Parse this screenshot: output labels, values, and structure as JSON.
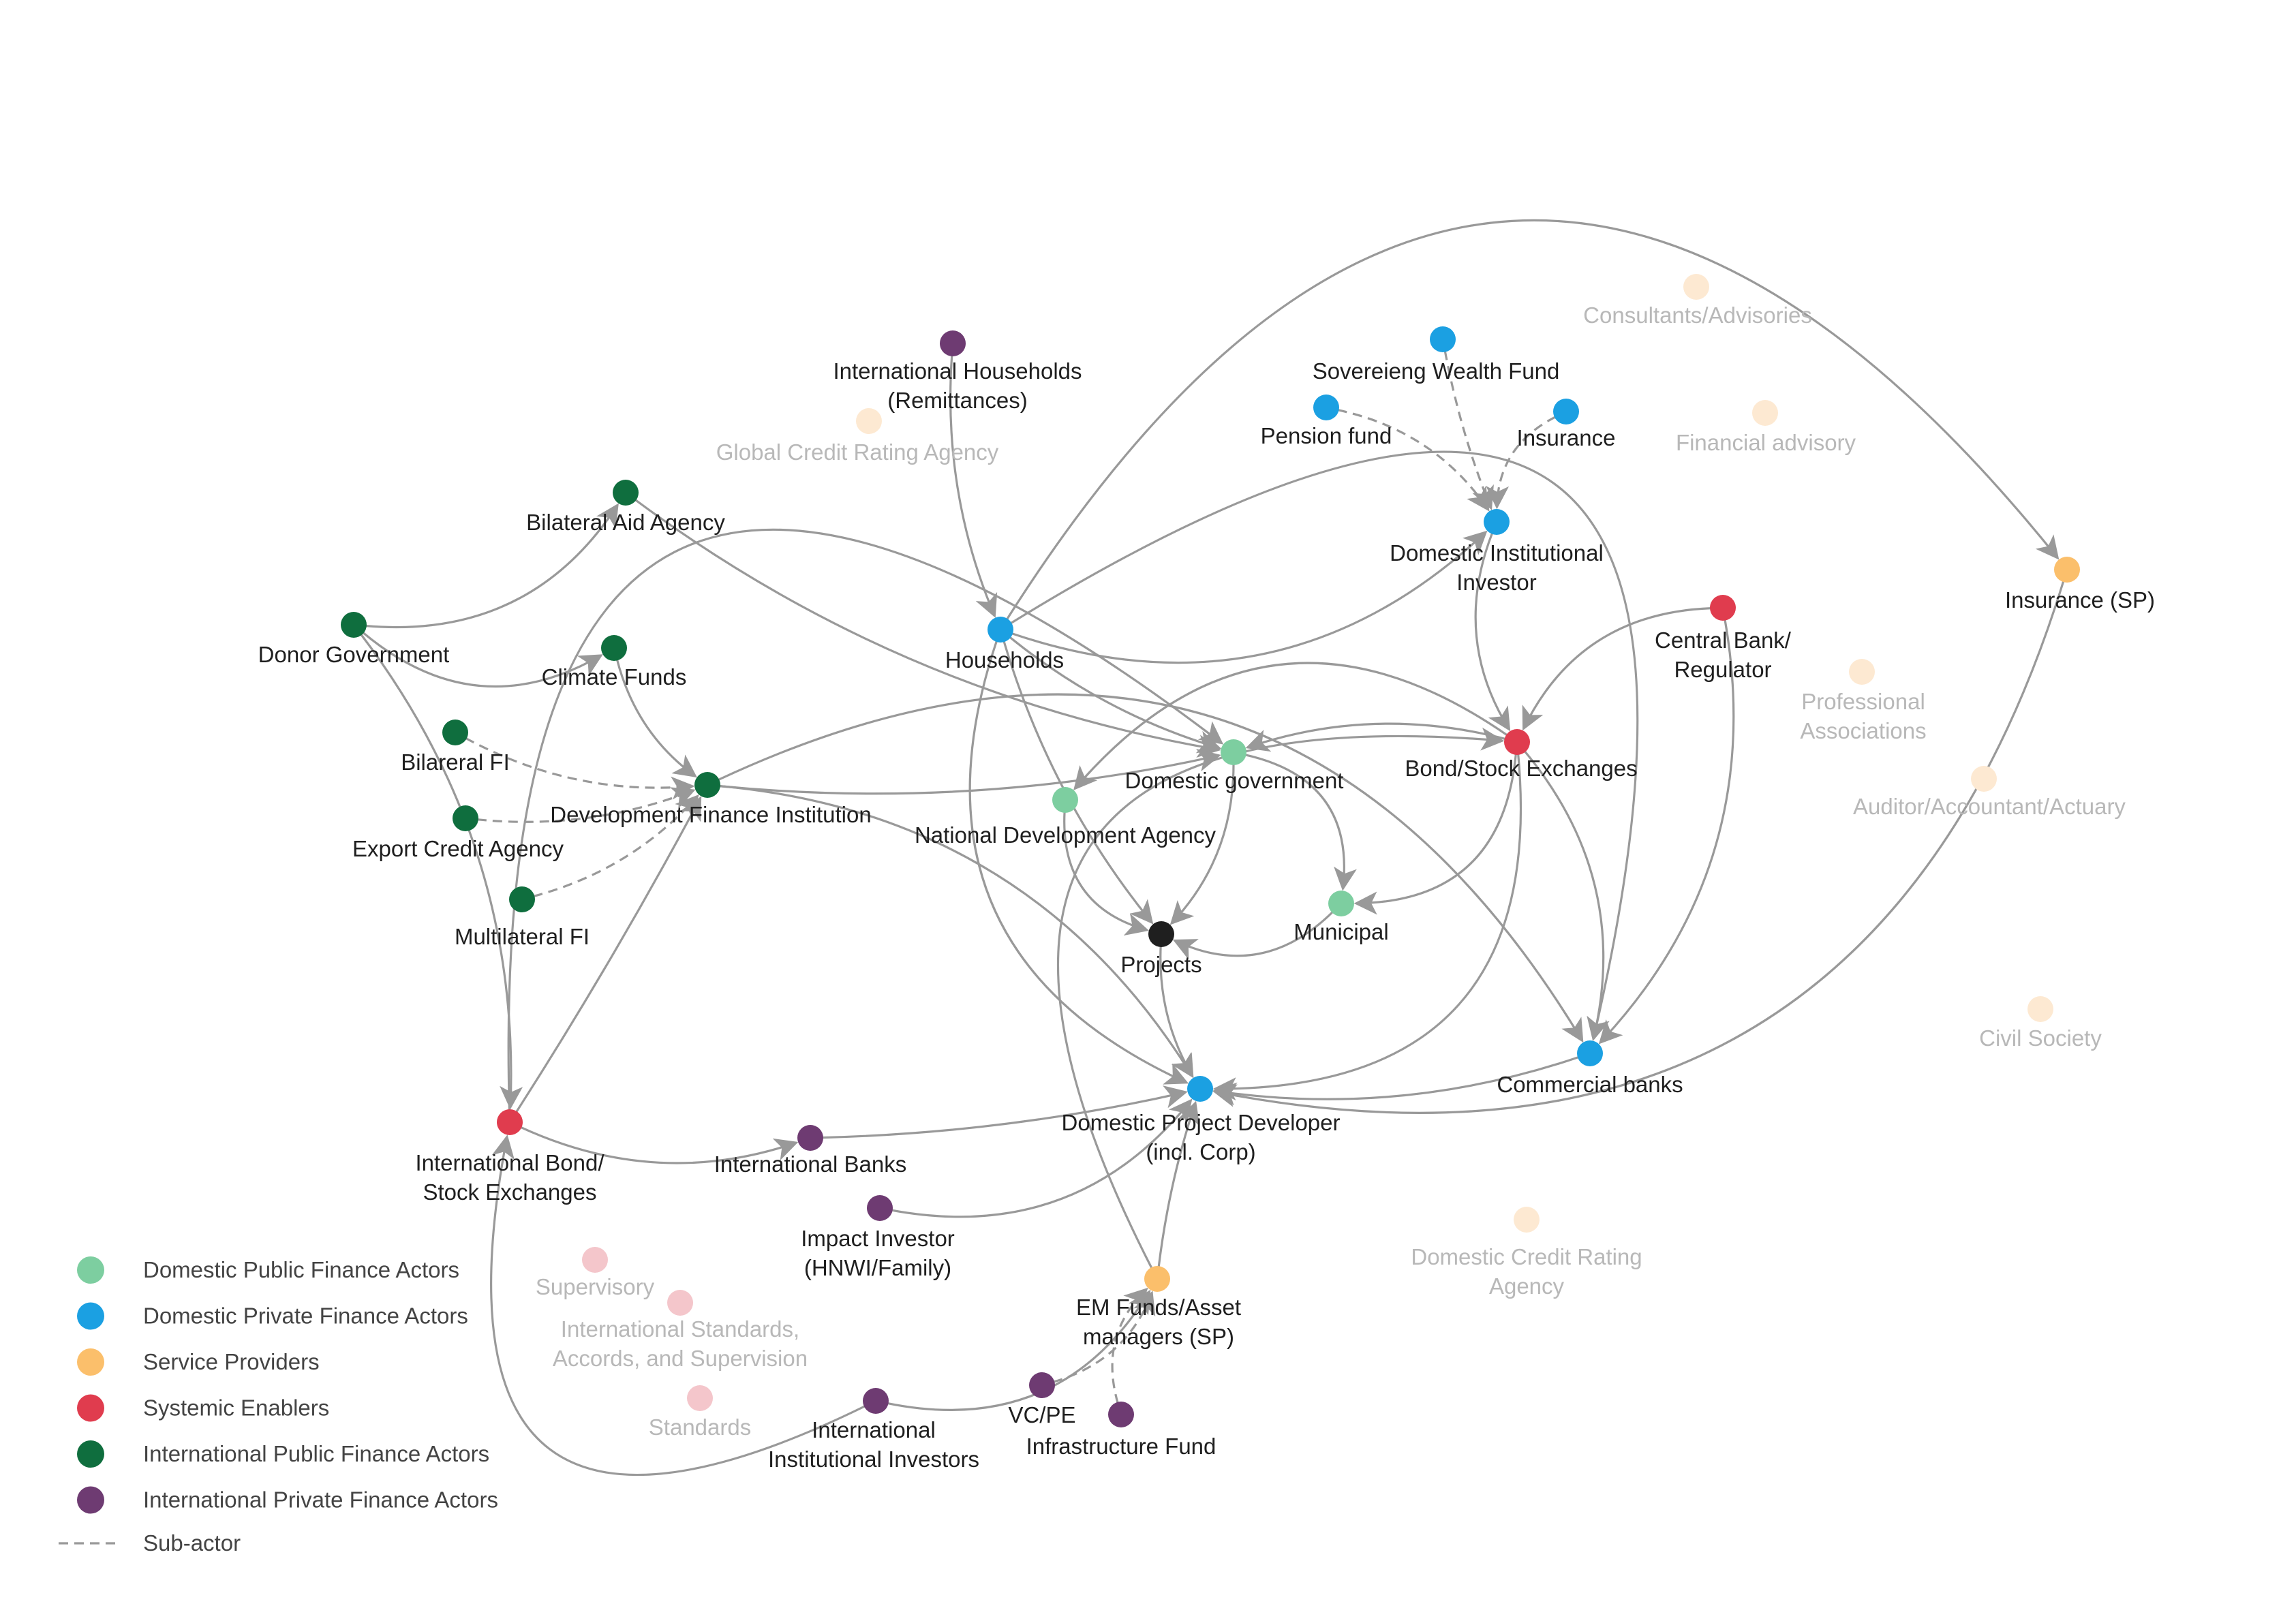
{
  "colors": {
    "domestic_public": "#7dcea0",
    "domestic_private": "#1ba0e2",
    "service": "#fbbf6b",
    "systemic": "#e03c4e",
    "intl_public": "#0f6e3e",
    "intl_private": "#6e3b72",
    "projects": "#1f1f1f",
    "faded_service": "#fde9d2",
    "faded_systemic": "#f4c6cb",
    "edge": "#999999"
  },
  "nodes": [
    {
      "id": "intl_households",
      "label": [
        "International Households",
        "(Remittances)"
      ],
      "category": "intl_private"
    },
    {
      "id": "bilateral_aid",
      "label": [
        "Bilateral Aid Agency"
      ],
      "category": "intl_public"
    },
    {
      "id": "donor_gov",
      "label": [
        "Donor Government"
      ],
      "category": "intl_public"
    },
    {
      "id": "climate_funds",
      "label": [
        "Climate Funds"
      ],
      "category": "intl_public"
    },
    {
      "id": "bilateral_fi",
      "label": [
        "Bilareral FI"
      ],
      "category": "intl_public"
    },
    {
      "id": "export_credit",
      "label": [
        "Export Credit Agency"
      ],
      "category": "intl_public"
    },
    {
      "id": "dfi",
      "label": [
        "Development Finance Institution"
      ],
      "category": "intl_public"
    },
    {
      "id": "multilateral_fi",
      "label": [
        "Multilateral FI"
      ],
      "category": "intl_public"
    },
    {
      "id": "households",
      "label": [
        "Households"
      ],
      "category": "domestic_private"
    },
    {
      "id": "sovereign_wf",
      "label": [
        "Sovereieng Wealth Fund"
      ],
      "category": "domestic_private"
    },
    {
      "id": "pension_fund",
      "label": [
        "Pension fund"
      ],
      "category": "domestic_private"
    },
    {
      "id": "insurance",
      "label": [
        "Insurance"
      ],
      "category": "domestic_private"
    },
    {
      "id": "dom_inst_investor",
      "label": [
        "Domestic Institutional",
        "Investor"
      ],
      "category": "domestic_private"
    },
    {
      "id": "central_bank",
      "label": [
        "Central Bank/",
        "Regulator"
      ],
      "category": "systemic"
    },
    {
      "id": "bond_stock",
      "label": [
        "Bond/Stock Exchanges"
      ],
      "category": "systemic"
    },
    {
      "id": "insurance_sp",
      "label": [
        "Insurance (SP)"
      ],
      "category": "service"
    },
    {
      "id": "dom_gov",
      "label": [
        "Domestic government"
      ],
      "category": "domestic_public"
    },
    {
      "id": "nda",
      "label": [
        "National Development Agency"
      ],
      "category": "domestic_public"
    },
    {
      "id": "municipal",
      "label": [
        "Municipal"
      ],
      "category": "domestic_public"
    },
    {
      "id": "projects",
      "label": [
        "Projects"
      ],
      "category": "projects"
    },
    {
      "id": "dpd",
      "label": [
        "Domestic Project Developer",
        "(incl. Corp)"
      ],
      "category": "domestic_private"
    },
    {
      "id": "commercial_banks",
      "label": [
        "Commercial banks"
      ],
      "category": "domestic_private"
    },
    {
      "id": "intl_bond",
      "label": [
        "International Bond/",
        "Stock Exchanges"
      ],
      "category": "systemic"
    },
    {
      "id": "intl_banks",
      "label": [
        "International Banks"
      ],
      "category": "intl_private"
    },
    {
      "id": "impact_investor",
      "label": [
        "Impact Investor",
        "(HNWI/Family)"
      ],
      "category": "intl_private"
    },
    {
      "id": "em_funds",
      "label": [
        "EM Funds/Asset",
        "managers (SP)"
      ],
      "category": "service"
    },
    {
      "id": "intl_inst_investors",
      "label": [
        "International",
        "Institutional Investors"
      ],
      "category": "intl_private"
    },
    {
      "id": "vcpe",
      "label": [
        "VC/PE"
      ],
      "category": "intl_private"
    },
    {
      "id": "infra_fund",
      "label": [
        "Infrastructure Fund"
      ],
      "category": "intl_private"
    }
  ],
  "faded_nodes": [
    {
      "id": "consultants",
      "label": [
        "Consultants/Advisories"
      ],
      "category": "faded_service"
    },
    {
      "id": "global_cra",
      "label": [
        "Global Credit Rating Agency"
      ],
      "category": "faded_service"
    },
    {
      "id": "financial_advisory",
      "label": [
        "Financial advisory"
      ],
      "category": "faded_service"
    },
    {
      "id": "prof_assoc",
      "label": [
        "Professional",
        "Associations"
      ],
      "category": "faded_service"
    },
    {
      "id": "auditor",
      "label": [
        "Auditor/Accountant/Actuary"
      ],
      "category": "faded_service"
    },
    {
      "id": "civil_society",
      "label": [
        "Civil Society"
      ],
      "category": "faded_service"
    },
    {
      "id": "dom_cra",
      "label": [
        "Domestic Credit Rating",
        "Agency"
      ],
      "category": "faded_service"
    },
    {
      "id": "supervisory",
      "label": [
        "Supervisory"
      ],
      "category": "faded_systemic"
    },
    {
      "id": "intl_standards",
      "label": [
        "International Standards,",
        "Accords, and Supervision"
      ],
      "category": "faded_systemic"
    },
    {
      "id": "standards",
      "label": [
        "Standards"
      ],
      "category": "faded_systemic"
    }
  ],
  "edges": [
    {
      "from": "donor_gov",
      "to": "bilateral_aid"
    },
    {
      "from": "donor_gov",
      "to": "climate_funds"
    },
    {
      "from": "climate_funds",
      "to": "dfi"
    },
    {
      "from": "bilateral_fi",
      "to": "dfi",
      "dashed": true
    },
    {
      "from": "export_credit",
      "to": "dfi",
      "dashed": true
    },
    {
      "from": "multilateral_fi",
      "to": "dfi",
      "dashed": true
    },
    {
      "from": "bilateral_aid",
      "to": "dom_gov"
    },
    {
      "from": "dfi",
      "to": "dom_gov"
    },
    {
      "from": "dfi",
      "to": "dpd"
    },
    {
      "from": "dfi",
      "to": "commercial_banks"
    },
    {
      "from": "intl_households",
      "to": "households"
    },
    {
      "from": "intl_bond",
      "to": "dom_gov"
    },
    {
      "from": "intl_bond",
      "to": "dfi"
    },
    {
      "from": "intl_bond",
      "to": "intl_banks"
    },
    {
      "from": "donor_gov",
      "to": "intl_bond"
    },
    {
      "from": "intl_banks",
      "to": "dpd"
    },
    {
      "from": "impact_investor",
      "to": "dpd"
    },
    {
      "from": "em_funds",
      "to": "dpd"
    },
    {
      "from": "em_funds",
      "to": "bond_stock"
    },
    {
      "from": "intl_inst_investors",
      "to": "em_funds"
    },
    {
      "from": "intl_inst_investors",
      "to": "intl_bond"
    },
    {
      "from": "vcpe",
      "to": "em_funds",
      "dashed": true
    },
    {
      "from": "infra_fund",
      "to": "em_funds",
      "dashed": true
    },
    {
      "from": "households",
      "to": "dom_gov"
    },
    {
      "from": "households",
      "to": "projects"
    },
    {
      "from": "households",
      "to": "dpd"
    },
    {
      "from": "households",
      "to": "dom_inst_investor"
    },
    {
      "from": "households",
      "to": "commercial_banks"
    },
    {
      "from": "households",
      "to": "insurance_sp"
    },
    {
      "from": "sovereign_wf",
      "to": "dom_inst_investor",
      "dashed": true
    },
    {
      "from": "pension_fund",
      "to": "dom_inst_investor",
      "dashed": true
    },
    {
      "from": "insurance",
      "to": "dom_inst_investor",
      "dashed": true
    },
    {
      "from": "dom_inst_investor",
      "to": "bond_stock"
    },
    {
      "from": "central_bank",
      "to": "bond_stock"
    },
    {
      "from": "central_bank",
      "to": "commercial_banks"
    },
    {
      "from": "bond_stock",
      "to": "dom_gov"
    },
    {
      "from": "bond_stock",
      "to": "nda"
    },
    {
      "from": "bond_stock",
      "to": "municipal"
    },
    {
      "from": "bond_stock",
      "to": "dpd"
    },
    {
      "from": "bond_stock",
      "to": "commercial_banks"
    },
    {
      "from": "insurance_sp",
      "to": "dpd"
    },
    {
      "from": "dom_gov",
      "to": "projects"
    },
    {
      "from": "dom_gov",
      "to": "municipal"
    },
    {
      "from": "nda",
      "to": "projects"
    },
    {
      "from": "municipal",
      "to": "projects"
    },
    {
      "from": "projects",
      "to": "dpd"
    },
    {
      "from": "commercial_banks",
      "to": "dpd"
    }
  ],
  "legend": {
    "items": [
      {
        "label": "Domestic Public Finance Actors",
        "category": "domestic_public"
      },
      {
        "label": "Domestic Private Finance Actors",
        "category": "domestic_private"
      },
      {
        "label": "Service Providers",
        "category": "service"
      },
      {
        "label": "Systemic Enablers",
        "category": "systemic"
      },
      {
        "label": "International Public Finance Actors",
        "category": "intl_public"
      },
      {
        "label": "International Private Finance Actors",
        "category": "intl_private"
      }
    ],
    "subactor_label": "Sub-actor"
  }
}
